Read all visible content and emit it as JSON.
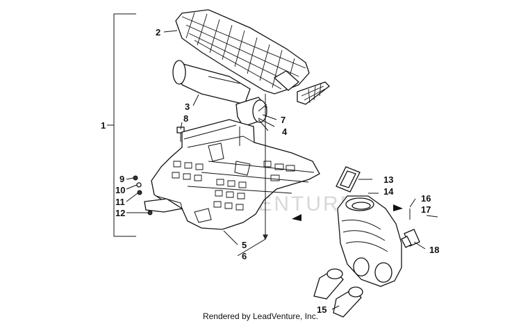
{
  "callouts": [
    {
      "id": "1",
      "label": "1"
    },
    {
      "id": "2",
      "label": "2"
    },
    {
      "id": "3",
      "label": "3"
    },
    {
      "id": "4",
      "label": "4"
    },
    {
      "id": "5",
      "label": "5"
    },
    {
      "id": "6",
      "label": "6"
    },
    {
      "id": "7",
      "label": "7"
    },
    {
      "id": "8",
      "label": "8"
    },
    {
      "id": "9",
      "label": "9"
    },
    {
      "id": "10",
      "label": "10"
    },
    {
      "id": "11",
      "label": "11"
    },
    {
      "id": "12",
      "label": "12"
    },
    {
      "id": "13",
      "label": "13"
    },
    {
      "id": "14",
      "label": "14"
    },
    {
      "id": "15",
      "label": "15"
    },
    {
      "id": "16",
      "label": "16"
    },
    {
      "id": "17",
      "label": "17"
    },
    {
      "id": "18",
      "label": "18"
    }
  ],
  "watermark": "LEADVENTURE",
  "footer": "Rendered by LeadVenture, Inc."
}
